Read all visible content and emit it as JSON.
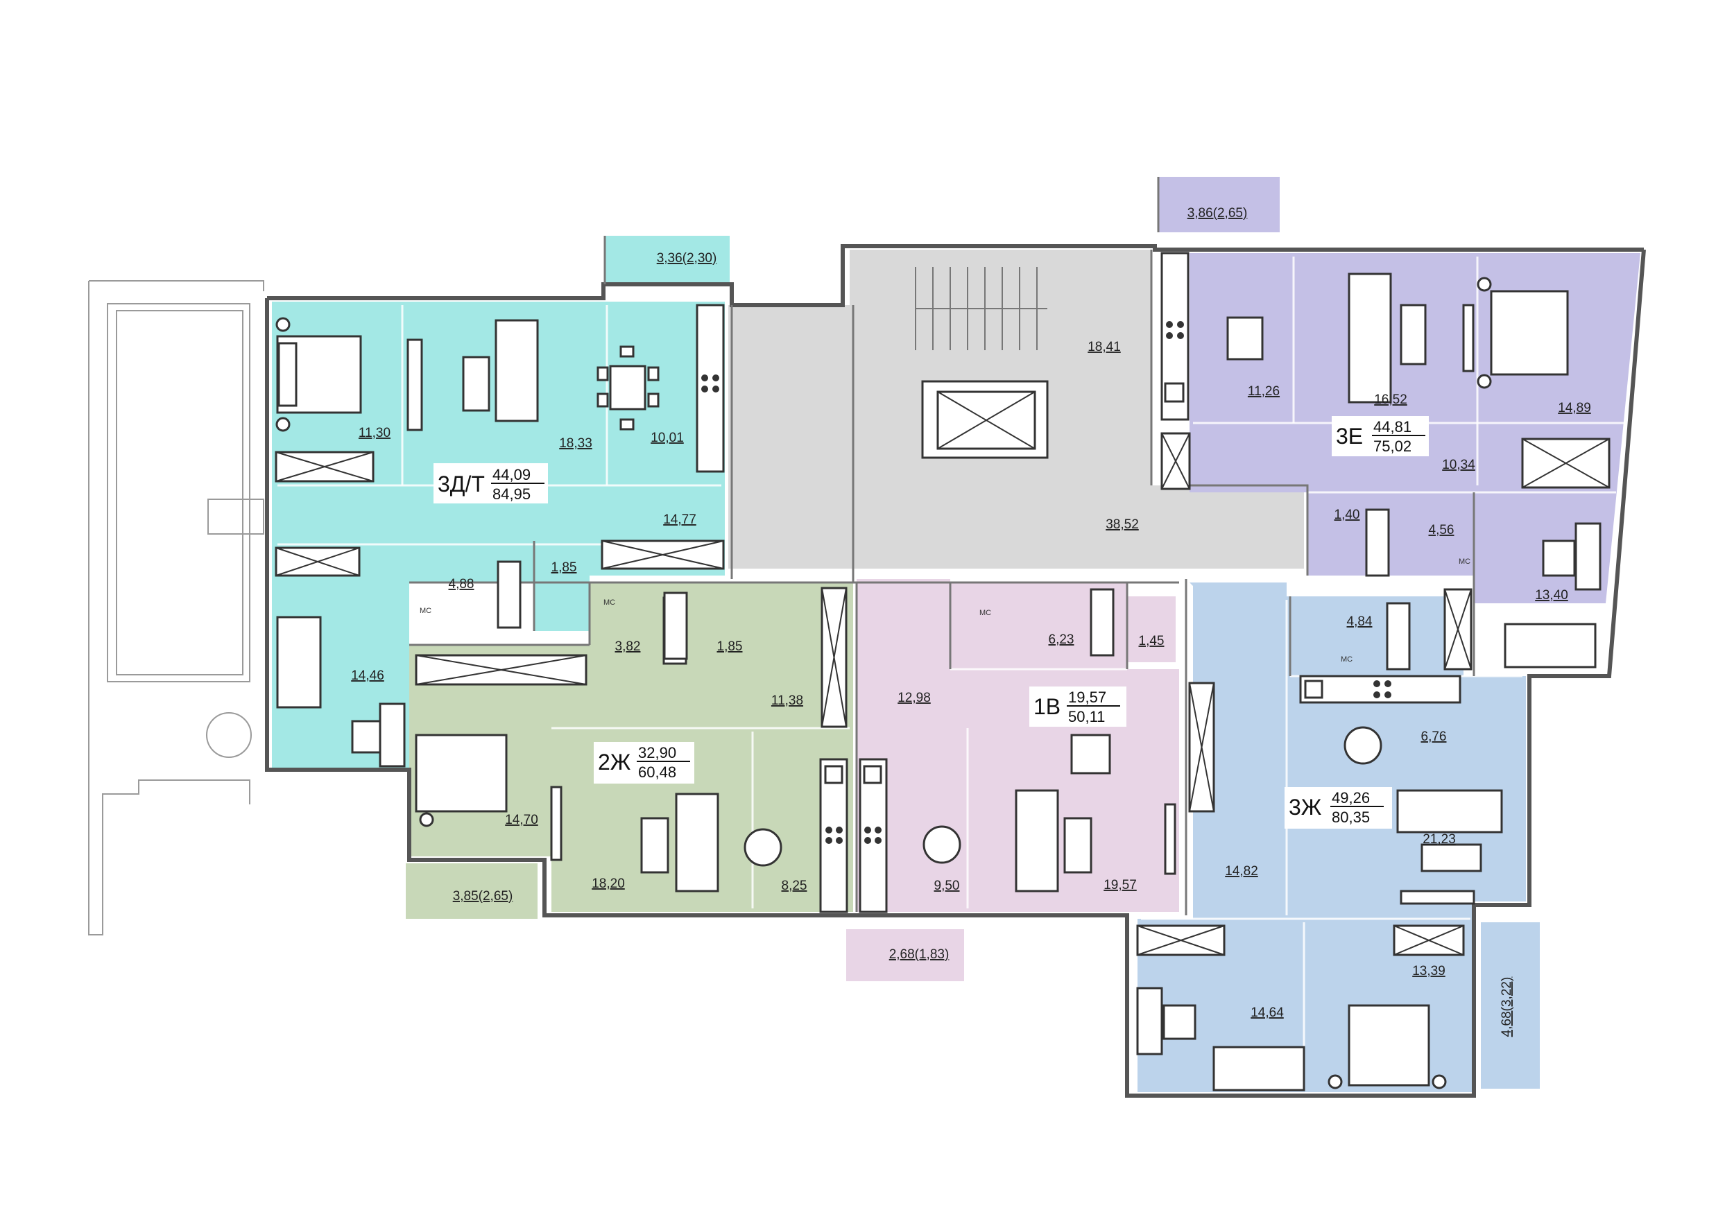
{
  "colors": {
    "apt_3dt": "#a3e8e5",
    "apt_2zh": "#c8d8b8",
    "apt_1v": "#e8d5e6",
    "apt_3e": "#c4c0e6",
    "apt_3zh": "#bcd3eb",
    "common": "#d9d9d9",
    "walls": "#555555"
  },
  "apartments": [
    {
      "code": "3Д/Т",
      "living_area": "44,09",
      "total_area": "84,95"
    },
    {
      "code": "2Ж",
      "living_area": "32,90",
      "total_area": "60,48"
    },
    {
      "code": "1В",
      "living_area": "19,57",
      "total_area": "50,11"
    },
    {
      "code": "3Е",
      "living_area": "44,81",
      "total_area": "75,02"
    },
    {
      "code": "3Ж",
      "living_area": "49,26",
      "total_area": "80,35"
    }
  ],
  "room_areas": {
    "a3dt_bed1": "11,30",
    "a3dt_living": "18,33",
    "a3dt_kitchen": "10,01",
    "a3dt_hall": "14,77",
    "a3dt_bath": "4,88",
    "a3dt_wc": "1,85",
    "a3dt_bed2": "14,46",
    "a3dt_balcony": "3,36(2,30)",
    "a2zh_bath": "3,82",
    "a2zh_wc": "1,85",
    "a2zh_hall": "11,38",
    "a2zh_bed": "14,70",
    "a2zh_living": "18,20",
    "a2zh_kitchen": "8,25",
    "a2zh_balcony": "3,85(2,65)",
    "a1v_hall": "12,98",
    "a1v_bath": "6,23",
    "a1v_wc": "1,45",
    "a1v_kitchen": "9,50",
    "a1v_living": "19,57",
    "a1v_balcony": "2,68(1,83)",
    "common_stairs": "18,41",
    "common_corridor": "38,52",
    "a3e_balcony": "3,86(2,65)",
    "a3e_kitchen": "11,26",
    "a3e_living": "16,52",
    "a3e_bed1": "14,89",
    "a3e_hall": "10,34",
    "a3e_wc": "1,40",
    "a3e_bath": "4,56",
    "a3e_bed2": "13,40",
    "a3zh_bath": "4,84",
    "a3zh_kitchen": "6,76",
    "a3zh_hall": "14,82",
    "a3zh_living": "21,23",
    "a3zh_bed1": "14,64",
    "a3zh_bed2": "13,39",
    "a3zh_balcony": "4,68(3,22)"
  },
  "fixture_label": "МС"
}
